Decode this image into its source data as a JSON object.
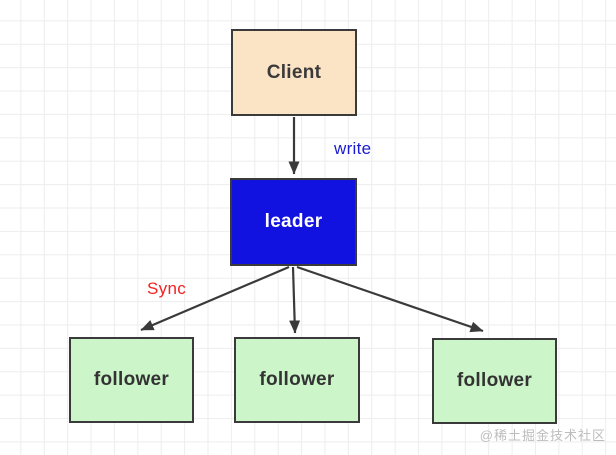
{
  "diagram": {
    "title": "leader-follower replication diagram",
    "nodes": [
      {
        "id": "client",
        "label": "Client",
        "fill": "#fbe3c5",
        "text_color": "#3a3a3a"
      },
      {
        "id": "leader",
        "label": "leader",
        "fill": "#1212e0",
        "text_color": "#ffffff"
      },
      {
        "id": "follower-1",
        "label": "follower",
        "fill": "#ccf5c9",
        "text_color": "#333333"
      },
      {
        "id": "follower-2",
        "label": "follower",
        "fill": "#ccf5c9",
        "text_color": "#333333"
      },
      {
        "id": "follower-3",
        "label": "follower",
        "fill": "#ccf5c9",
        "text_color": "#333333"
      }
    ],
    "edges": [
      {
        "from": "client",
        "to": "leader",
        "label": "write",
        "label_color": "#1b1bd1"
      },
      {
        "from": "leader",
        "to": "follower-1",
        "label": "Sync",
        "label_color": "#f52020"
      },
      {
        "from": "leader",
        "to": "follower-2",
        "label": ""
      },
      {
        "from": "leader",
        "to": "follower-3",
        "label": ""
      }
    ],
    "stroke_color": "#3a3a3a",
    "grid_color": "#ededed"
  },
  "watermark": {
    "text": "@稀土掘金技术社区",
    "color": "#bdbdbd"
  }
}
